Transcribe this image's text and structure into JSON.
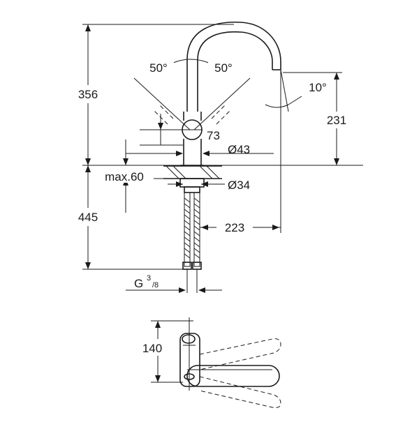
{
  "dimensions": {
    "overall_height": "356",
    "angle_left": "50°",
    "angle_right": "50°",
    "spout_angle": "10°",
    "spout_height": "231",
    "handle_height": "73",
    "base_diameter": "Ø43",
    "max_thickness": "max.60",
    "hole_diameter": "Ø34",
    "below_counter": "445",
    "reach": "223",
    "thread": "G",
    "thread_sup": "3",
    "thread_sub": "/8",
    "top_view_depth": "140"
  },
  "colors": {
    "line": "#1a1a1a",
    "background": "#ffffff"
  }
}
